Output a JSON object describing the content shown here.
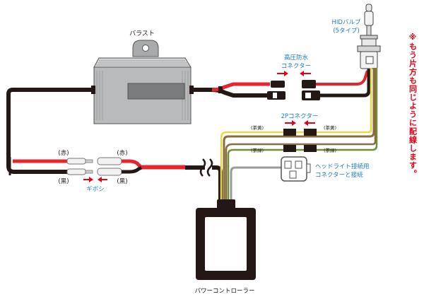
{
  "labels": {
    "ballast": "バラスト",
    "hid_bulb_line1": "HIDバルブ",
    "hid_bulb_line2": "(5タイプ)",
    "hv_connector_line1": "高圧防水",
    "hv_connector_line2": "コネクター",
    "two_p_connector": "2Pコネクター",
    "tea_yellow": "(茶黄)",
    "tea_green": "(茶緑)",
    "headlight_line1": "ヘッドライト接続用",
    "headlight_line2": "コネクターと接続",
    "red": "(赤)",
    "black": "(黒)",
    "gibosi": "ギボシ",
    "power_controller": "パワーコントローラー",
    "side_note": "※もう片方も同じように配線します。"
  },
  "colors": {
    "red_wire": "#e8242c",
    "black_wire": "#231815",
    "arrow_red": "#e60012",
    "label_blue": "#1a7ecb",
    "ballast_gray": "#b9babb",
    "yellow_wire": "#e8d94a",
    "green_wire": "#6f8f3a",
    "brown_wire": "#8a6d3b",
    "gray_wire": "#9a9a9a"
  }
}
